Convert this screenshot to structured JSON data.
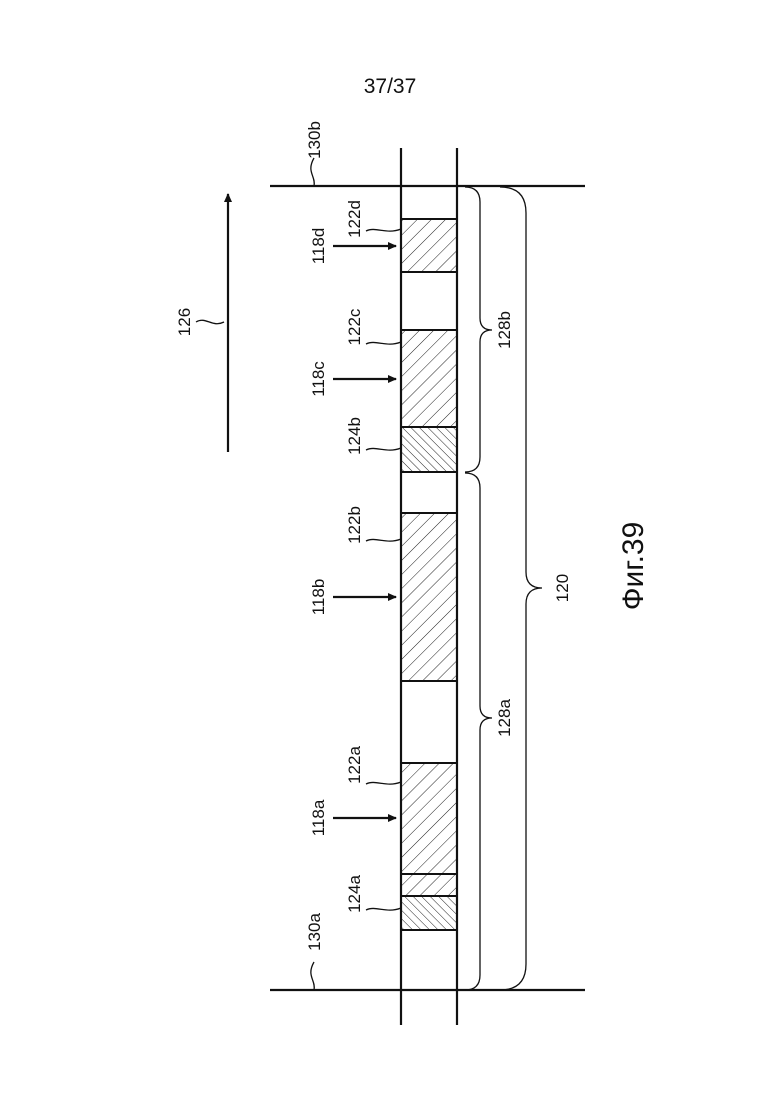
{
  "page_number": "37/37",
  "figure_caption": "Фиг.39",
  "labels": {
    "l130a": "130a",
    "l130b": "130b",
    "l126": "126",
    "l118a": "118a",
    "l118b": "118b",
    "l118c": "118c",
    "l118d": "118d",
    "l122a": "122a",
    "l122b": "122b",
    "l122c": "122c",
    "l122d": "122d",
    "l124a": "124a",
    "l124b": "124b",
    "l128a": "128a",
    "l128b": "128b",
    "l120": "120"
  }
}
